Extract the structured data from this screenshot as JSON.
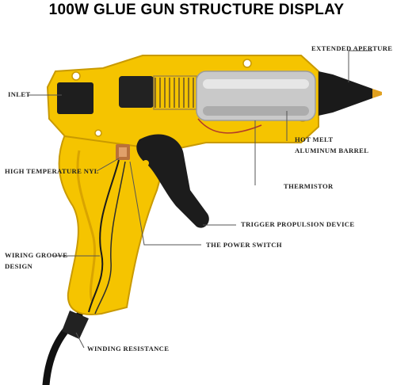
{
  "title": "100W GLUE GUN STRUCTURE DISPLAY",
  "labels": {
    "extended_aperture": "EXTENDED APERTURE",
    "inlet": "INLET",
    "hot_melt": "HOT MELT",
    "aluminum_barrel": "ALUMINUM BARREL",
    "high_temperature": "HIGH TEMPERATURE NYL",
    "thermistor": "THERMISTOR",
    "trigger": "TRIGGER PROPULSION DEVICE",
    "power_switch": "THE POWER SWITCH",
    "wiring_groove_1": "WIRING GROOVE",
    "wiring_groove_2": "DESIGN",
    "winding_resistance": "WINDING RESISTANCE"
  },
  "colors": {
    "housing": "#f5c400",
    "housing_dark": "#d9a400",
    "barrel": "#c9c9c9",
    "nozzle": "#1a1a1a",
    "nozzle_tip": "#e0a020",
    "trigger": "#1c1c1c",
    "leader": "#555555"
  }
}
